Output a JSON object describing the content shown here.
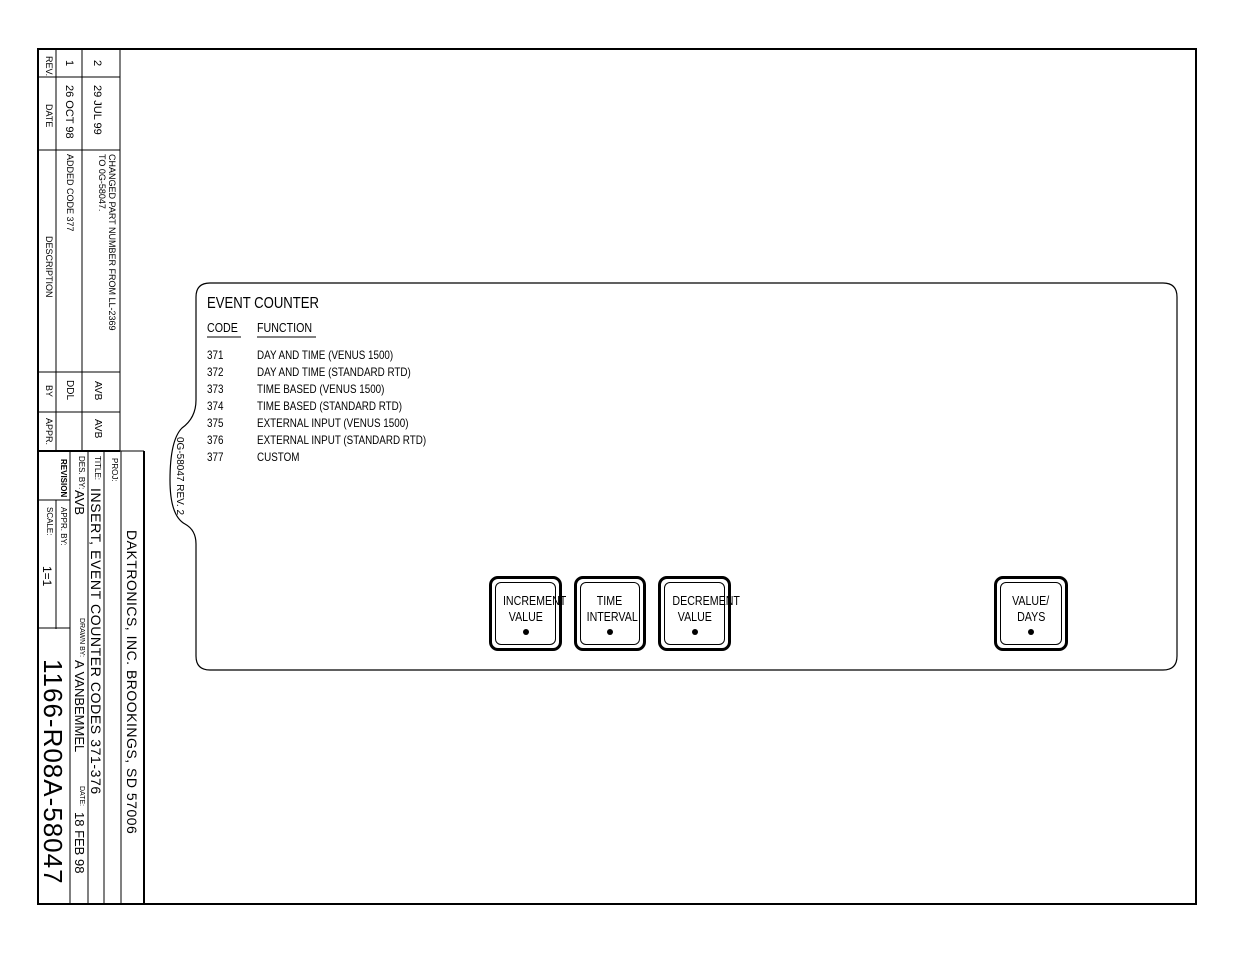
{
  "revision_block": {
    "header": {
      "rev": "REV.",
      "date": "DATE",
      "description": "DESCRIPTION",
      "by": "BY",
      "appr": "APPR."
    },
    "rows": [
      {
        "rev": "1",
        "date": "26 OCT 98",
        "description": "ADDED CODE 377",
        "by": "DDL",
        "appr": ""
      },
      {
        "rev": "2",
        "date": "29 JUL 99",
        "description_line1": "CHANGED PART NUMBER FROM LL-2369",
        "description_line2": "TO 0G-58047.",
        "by": "AVB",
        "appr": "AVB"
      }
    ]
  },
  "title_block": {
    "company": "DAKTRONICS, INC.  BROOKINGS, SD 57006",
    "proj_label": "PROJ:",
    "title_label": "TITLE:",
    "title": "INSERT, EVENT COUNTER CODES 371-376",
    "des_by_label": "DES. BY:",
    "des_by": "AVB",
    "drawn_by_label": "DRAWN BY:",
    "drawn_by": "A VANBEMMEL",
    "date_label": "DATE:",
    "date": "18 FEB 98",
    "revision_label": "REVISION",
    "appr_by_label": "APPR. BY:",
    "scale_label": "SCALE:",
    "scale": "1=1",
    "drawing_number": "1166-R08A-58047"
  },
  "insert": {
    "part_marking": "0G-58047 REV. 2",
    "heading": "EVENT COUNTER",
    "col_code": "CODE",
    "col_function": "FUNCTION",
    "codes": [
      {
        "code": "371",
        "function": "DAY AND TIME (VENUS 1500)"
      },
      {
        "code": "372",
        "function": "DAY AND TIME (STANDARD RTD)"
      },
      {
        "code": "373",
        "function": "TIME BASED (VENUS 1500)"
      },
      {
        "code": "374",
        "function": "TIME BASED (STANDARD RTD)"
      },
      {
        "code": "375",
        "function": "EXTERNAL INPUT (VENUS 1500)"
      },
      {
        "code": "376",
        "function": "EXTERNAL INPUT (STANDARD RTD)"
      },
      {
        "code": "377",
        "function": "CUSTOM"
      }
    ],
    "buttons": [
      {
        "line1": "INCREMENT",
        "line2": "VALUE"
      },
      {
        "line1": "TIME",
        "line2": "INTERVAL"
      },
      {
        "line1": "DECREMENT",
        "line2": "VALUE"
      },
      {
        "line1": "VALUE/",
        "line2": "DAYS"
      }
    ]
  }
}
